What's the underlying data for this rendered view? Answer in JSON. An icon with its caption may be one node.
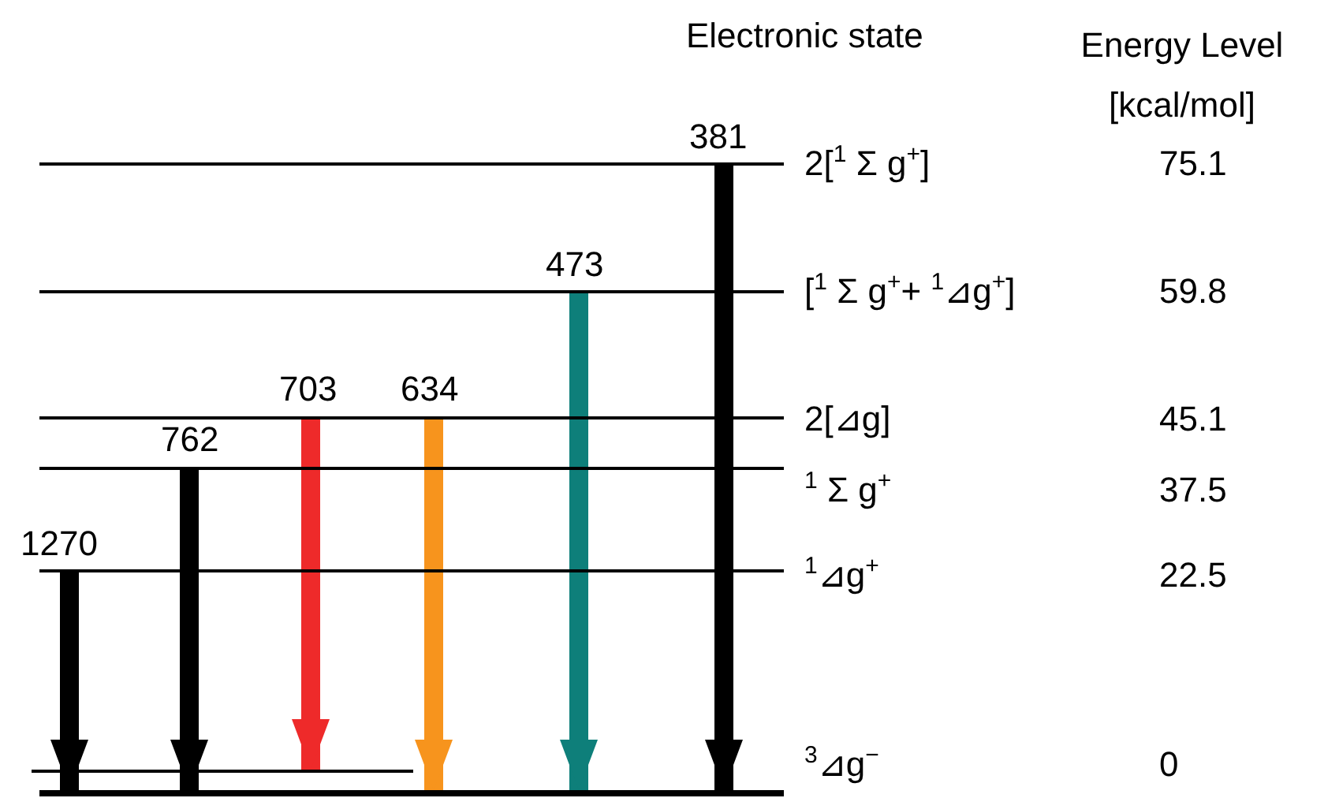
{
  "diagram": {
    "nodes": [
      {
        "text": [],
        "shape": "bar",
        "beside": [
          "2[$^{1}$ Σ g$^{+}$]"
        ]
      },
      {
        "text": [],
        "shape": "bar",
        "beside": [
          "[$^{1}$ Σ g$^{+}$+ $^{1}$⊿g$^{+}$]"
        ]
      },
      {
        "text": [],
        "shape": "bar",
        "beside": [
          "2[⊿g]"
        ]
      },
      {
        "text": [],
        "shape": "bar",
        "beside": [
          "$^{1}$ Σ g$^{+}$"
        ]
      },
      {
        "text": [],
        "shape": "bar",
        "beside": [
          "$^{1}$⊿g$^{+}$"
        ]
      },
      {
        "text": [],
        "shape": "bar"
      },
      {
        "text": [],
        "shape": "bar",
        "beside": [
          "$^{3}$⊿g$^{−}$"
        ]
      }
    ],
    "edges": [
      {
        "from": 4,
        "to": 6,
        "arrow": "to",
        "label": "1270"
      },
      {
        "from": 3,
        "to": 6,
        "arrow": "to",
        "label": "762"
      },
      {
        "from": 2,
        "to": 5,
        "arrow": "to",
        "label": "703",
        "color": "#ee2a2a"
      },
      {
        "from": 2,
        "to": 6,
        "arrow": "to",
        "label": "634",
        "color": "#f7941d"
      },
      {
        "from": 1,
        "to": 6,
        "arrow": "to",
        "label": "473",
        "color": "#0e7f7a"
      },
      {
        "from": 0,
        "to": 6,
        "arrow": "to",
        "label": "381"
      }
    ],
    "labels": [
      "Electronic state",
      "Energy Level [kcal/mol]",
      "75.1",
      "59.8",
      "45.1",
      "37.5",
      "22.5",
      "0"
    ]
  }
}
